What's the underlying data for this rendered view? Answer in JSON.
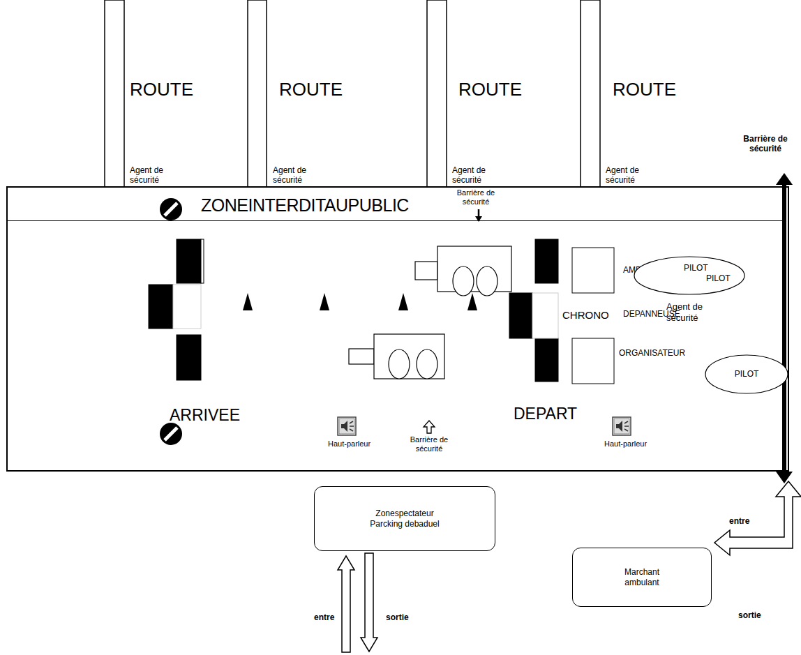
{
  "diagram": {
    "nodes": [
      {
        "text": [
          "ZONEINTERDITAUPUBLIC"
        ]
      },
      {
        "text": [
          "PILOT",
          "PILOT"
        ]
      },
      {
        "text": [
          "PILOT"
        ]
      },
      {
        "text": [
          "Zonespectateur Parcking debaduel"
        ]
      },
      {
        "text": [
          "Marchant ambulant"
        ]
      }
    ],
    "labels": [
      "ROUTE",
      "Agent de sécurité",
      "ROUTE",
      "Agent de sécurité",
      "ROUTE",
      "Agent de sécurité",
      "ROUTE",
      "Agent de sécurité",
      "Barrière de sécurité",
      "Barrière de sécurité",
      "CHRONO",
      "AMBULANCE",
      "DEPANNEUSE",
      "Agent de sécurité",
      "ORGANISATEUR",
      "ARRIVEE",
      "Haut-parleur",
      "Barrière de sécurité",
      "DEPART",
      "Haut-parleur",
      "entre",
      "entre",
      "sortie",
      "sortie"
    ]
  }
}
